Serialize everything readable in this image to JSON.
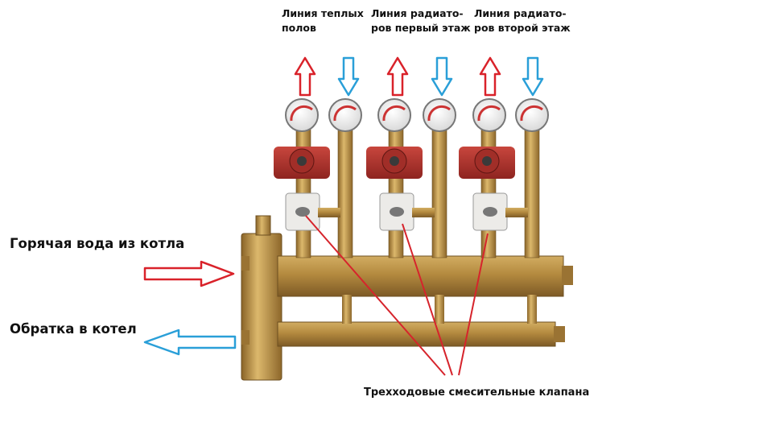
{
  "labels": {
    "line_floor_1": "Линия теплых",
    "line_floor_2": "полов",
    "line_rad1_1": "Линия радиато-",
    "line_rad1_2": "ров первый этаж",
    "line_rad2_1": "Линия радиато-",
    "line_rad2_2": "ров второй этаж",
    "hot_water": "Горячая вода из котла",
    "return_water": "Обратка в котел",
    "valves": "Трехходовые смесительные клапана"
  },
  "colors": {
    "supply_arrow": "#d9222a",
    "return_arrow": "#2a9fd8",
    "brass": "#b0883f",
    "pump_red": "#b9322c",
    "pointer_line": "#d6242c"
  }
}
